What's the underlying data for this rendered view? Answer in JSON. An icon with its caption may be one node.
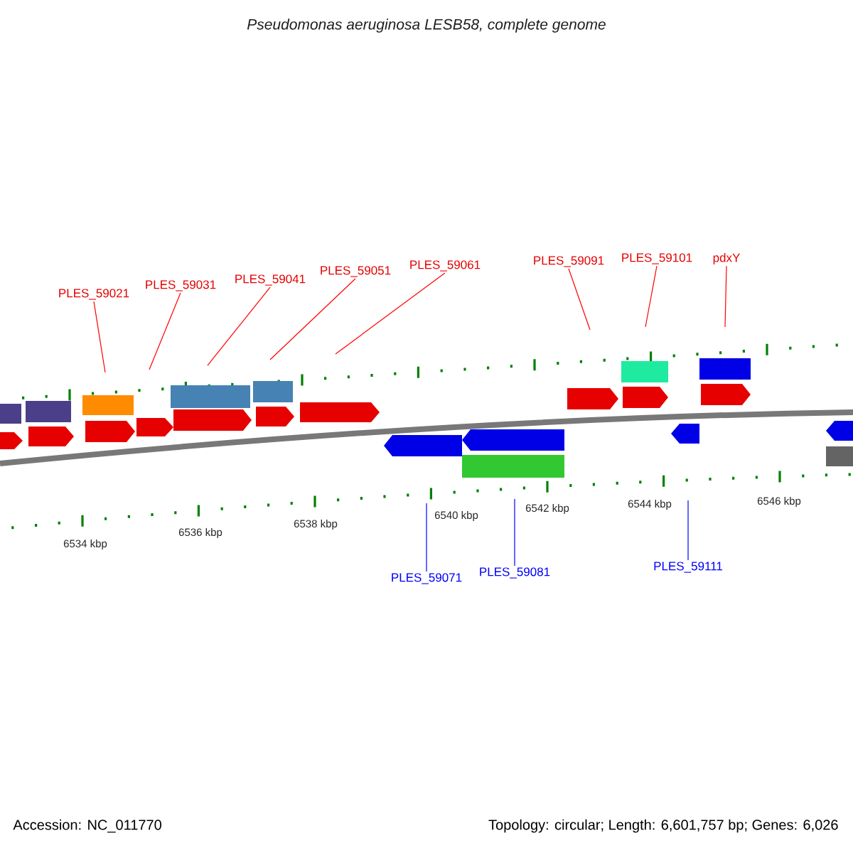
{
  "diagram": {
    "title": "Pseudomonas aeruginosa LESB58, complete genome",
    "nodes": [
      {
        "text": [
          "PLES_59021"
        ]
      },
      {
        "text": [
          "PLES_59031"
        ]
      },
      {
        "text": [
          "PLES_59041"
        ]
      },
      {
        "text": [
          "PLES_59051"
        ]
      },
      {
        "text": [
          "PLES_59061"
        ]
      },
      {
        "text": [
          "PLES_59091"
        ]
      },
      {
        "text": [
          "PLES_59101"
        ]
      },
      {
        "text": [
          "pdxY"
        ]
      },
      {
        "text": [
          "PLES_59071"
        ]
      },
      {
        "text": [
          "PLES_59081"
        ]
      },
      {
        "text": [
          "PLES_59111"
        ]
      }
    ],
    "edges": [
      {
        "from": 0,
        "to": null,
        "arrow": "none"
      },
      {
        "from": 1,
        "to": null,
        "arrow": "none"
      },
      {
        "from": 2,
        "to": null,
        "arrow": "none"
      },
      {
        "from": 3,
        "to": null,
        "arrow": "none"
      },
      {
        "from": 4,
        "to": null,
        "arrow": "none"
      },
      {
        "from": 5,
        "to": null,
        "arrow": "none"
      },
      {
        "from": 6,
        "to": null,
        "arrow": "none"
      },
      {
        "from": 7,
        "to": null,
        "arrow": "none"
      },
      {
        "from": 8,
        "to": null,
        "arrow": "none",
        "color": "#0000ff"
      },
      {
        "from": 9,
        "to": null,
        "arrow": "none",
        "color": "#0000ff"
      },
      {
        "from": 10,
        "to": null,
        "arrow": "none",
        "color": "#0000ff"
      }
    ],
    "labels": [
      "6534 kbp",
      "6536 kbp",
      "6538 kbp",
      "6540 kbp",
      "6542 kbp",
      "6544 kbp",
      "6546 kbp",
      "Accession: NC_011770",
      "Topology: circular; Length: 6,601,757 bp; Genes: 6,026"
    ]
  }
}
